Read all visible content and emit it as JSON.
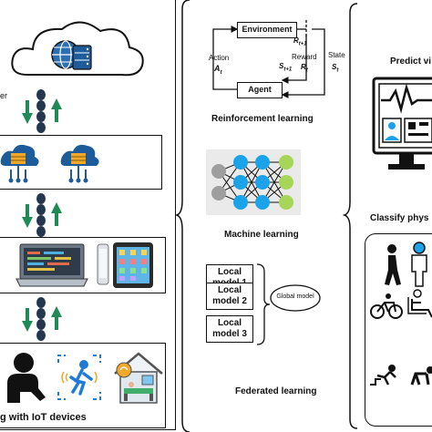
{
  "left_panel": {
    "cloud_label_partial": "er",
    "bottom_caption": "g with IoT devices"
  },
  "reinforcement": {
    "environment": "Environment",
    "agent": "Agent",
    "action": "Action",
    "action_sym": "A",
    "action_sub": "t",
    "reward": "Reward",
    "reward_sym": "R",
    "reward_sub": "t",
    "state": "State",
    "state_sym": "S",
    "state_sub": "t",
    "next_reward_sym": "R",
    "next_reward_sub": "t+1",
    "next_state_sym": "S",
    "next_state_sub": "t+1",
    "caption": "Reinforcement learning"
  },
  "machine_learning": {
    "caption": "Machine learning"
  },
  "federated": {
    "local_models": [
      {
        "line1": "Local",
        "line2": "model 1"
      },
      {
        "line1": "Local",
        "line2": "model 2"
      },
      {
        "line1": "Local",
        "line2": "model 3"
      }
    ],
    "global_model": "Global model",
    "caption": "Federated learning"
  },
  "right_panel": {
    "predict": "Predict vi",
    "classify": "Classify phys"
  },
  "colors": {
    "cloud_blue": "#1e5b9a",
    "arrow_green": "#1f8a55",
    "node_blue": "#1aa3e8",
    "node_green": "#a5d657",
    "node_gray": "#9e9e9e"
  }
}
